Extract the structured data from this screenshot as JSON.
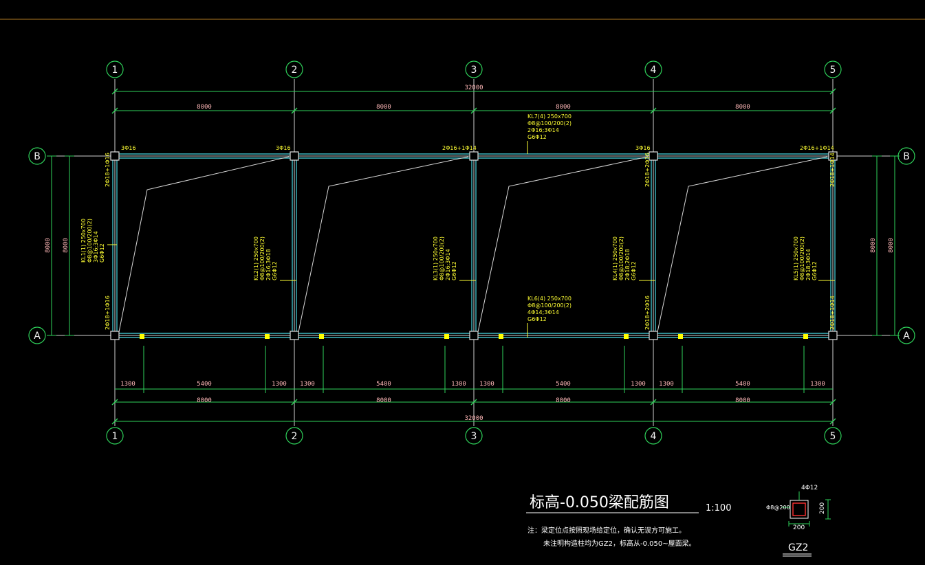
{
  "grid": {
    "columns": [
      "1",
      "2",
      "3",
      "4",
      "5"
    ],
    "rows": [
      "B",
      "A"
    ]
  },
  "dims": {
    "total": "32000",
    "bay": "8000",
    "span": "8000",
    "sub": [
      "1300",
      "5400",
      "1300"
    ]
  },
  "beams": {
    "kl7": [
      "KL7(4) 250x700",
      "Φ8@100/200(2)",
      "2Φ16;3Φ14",
      "G6Φ12"
    ],
    "kl6": [
      "KL6(4) 250x700",
      "Φ8@100/200(2)",
      "4Φ14;3Φ14",
      "G6Φ12"
    ],
    "kl1": [
      "KL1(1) 250x700",
      "Φ8@100/200(2)",
      "3Φ16;3Φ14",
      "G6Φ12"
    ],
    "kl2": [
      "KL2(1) 250x700",
      "Φ8@100/200(2)",
      "2Φ16;3Φ18",
      "G6Φ12"
    ],
    "kl3": [
      "KL3(1) 250x700",
      "Φ8@100/200(2)",
      "2Φ16;3Φ14",
      "G6Φ12"
    ],
    "kl4": [
      "KL4(1) 250x700",
      "Φ8@100/200(2)",
      "2Φ18;2Φ18",
      "G6Φ12"
    ],
    "kl5": [
      "KL5(1) 250x700",
      "Φ8@100/200(2)",
      "2Φ18;3Φ14",
      "G6Φ12"
    ]
  },
  "top_reinf": [
    "3Φ16",
    "3Φ16",
    "2Φ16+1Φ14",
    "3Φ16",
    "2Φ16+1Φ14"
  ],
  "vertical_reinf": {
    "c1_top": "2Φ18+1Φ16",
    "c1_bot": "2Φ18+1Φ16",
    "c4_top": "2Φ18+2Φ16",
    "c4_bot": "2Φ18+2Φ16",
    "c5_top": "2Φ18+1Φ14",
    "c5_bot": "2Φ18+1Φ14"
  },
  "title": {
    "main": "标高-0.050梁配筋图",
    "scale": "1:100"
  },
  "notes": [
    "注：梁定位点按照现场给定位，确认无误方可施工。",
    "未注明构造柱均为GZ2，标高从-0.050~屋面梁。"
  ],
  "gz2": {
    "name": "GZ2",
    "bars": "4Φ12",
    "stirrup": "Φ8@200",
    "width": "200",
    "height": "200"
  },
  "colors": {
    "background": "#000000",
    "grid_line": "#ffffff",
    "beam_outline": "#40c0c0",
    "dimension": "#00ff00",
    "annotation": "#ffff00",
    "axis_bubble": "#00ff00",
    "column": "#ffffff",
    "border_line": "#c08020"
  }
}
